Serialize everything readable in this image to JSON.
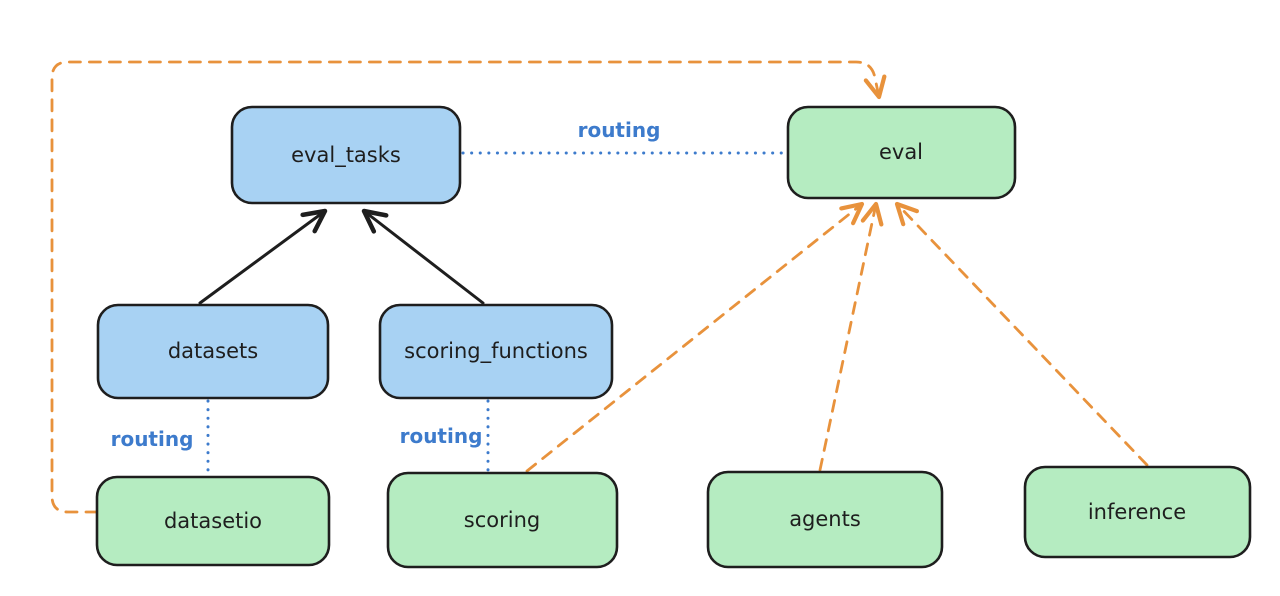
{
  "colors": {
    "background": "#ffffff",
    "node_stroke": "#1e1e1e",
    "blue_fill": "#a8d2f3",
    "green_fill": "#b5ecc1",
    "routing_blue": "#3d7bcc",
    "arrow_black": "#1e1e1e",
    "arrow_orange": "#e8923c"
  },
  "nodes": {
    "eval_tasks": {
      "label": "eval_tasks",
      "fill": "#a8d2f3"
    },
    "eval": {
      "label": "eval",
      "fill": "#b5ecc1"
    },
    "datasets": {
      "label": "datasets",
      "fill": "#a8d2f3"
    },
    "scoring_functions": {
      "label": "scoring_functions",
      "fill": "#a8d2f3"
    },
    "datasetio": {
      "label": "datasetio",
      "fill": "#b5ecc1"
    },
    "scoring": {
      "label": "scoring",
      "fill": "#b5ecc1"
    },
    "agents": {
      "label": "agents",
      "fill": "#b5ecc1"
    },
    "inference": {
      "label": "inference",
      "fill": "#b5ecc1"
    }
  },
  "edges": [
    {
      "from": "datasets",
      "to": "eval_tasks",
      "style": "solid",
      "color": "#1e1e1e"
    },
    {
      "from": "scoring_functions",
      "to": "eval_tasks",
      "style": "solid",
      "color": "#1e1e1e"
    },
    {
      "from": "eval_tasks",
      "to": "eval",
      "style": "dotted",
      "color": "#3d7bcc",
      "label": "routing"
    },
    {
      "from": "datasets",
      "to": "datasetio",
      "style": "dotted",
      "color": "#3d7bcc",
      "label": "routing"
    },
    {
      "from": "scoring_functions",
      "to": "scoring",
      "style": "dotted",
      "color": "#3d7bcc",
      "label": "routing"
    },
    {
      "from": "datasetio",
      "to": "eval",
      "style": "dashed",
      "color": "#e8923c"
    },
    {
      "from": "scoring",
      "to": "eval",
      "style": "dashed",
      "color": "#e8923c"
    },
    {
      "from": "agents",
      "to": "eval",
      "style": "dashed",
      "color": "#e8923c"
    },
    {
      "from": "inference",
      "to": "eval",
      "style": "dashed",
      "color": "#e8923c"
    }
  ]
}
